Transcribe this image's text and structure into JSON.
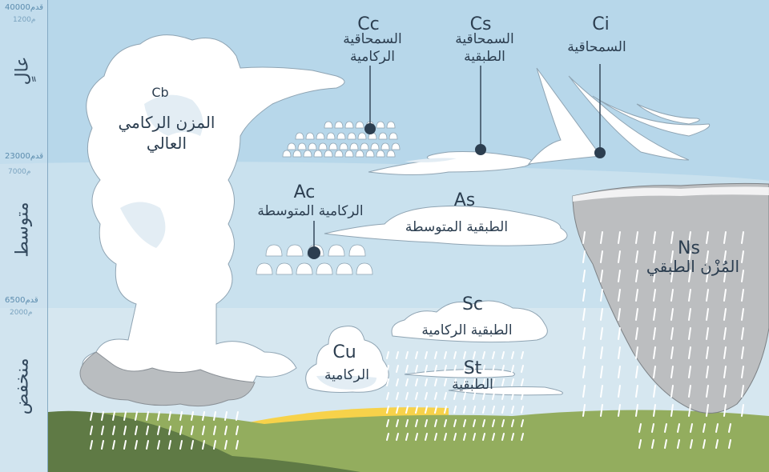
{
  "altitude_bands": [
    {
      "label": "عالٍ"
    },
    {
      "label": "متوسط"
    },
    {
      "label": "منخفض"
    }
  ],
  "altitude_ticks": [
    {
      "feet": "40000",
      "feet_unit": "قدم",
      "meters": "1200",
      "meters_unit": "م"
    },
    {
      "feet": "23000",
      "feet_unit": "قدم",
      "meters": "7000",
      "meters_unit": "م"
    },
    {
      "feet": "6500",
      "feet_unit": "قدم",
      "meters": "2000",
      "meters_unit": "م"
    }
  ],
  "clouds": {
    "cb": {
      "code": "Cb",
      "name_line1": "المزن الركامي",
      "name_line2": "العالي"
    },
    "cc": {
      "code": "Cc",
      "name_line1": "السمحاقية",
      "name_line2": "الركامية"
    },
    "cs": {
      "code": "Cs",
      "name_line1": "السمحاقية",
      "name_line2": "الطبقية"
    },
    "ci": {
      "code": "Ci",
      "name_line1": "السمحاقية"
    },
    "ac": {
      "code": "Ac",
      "name_line1": "الركامية المتوسطة"
    },
    "as": {
      "code": "As",
      "name_line1": "الطبقية المتوسطة"
    },
    "ns": {
      "code": "Ns",
      "name_line1": "المُزْن الطبقي"
    },
    "sc": {
      "code": "Sc",
      "name_line1": "الطبقية الركامية"
    },
    "cu": {
      "code": "Cu",
      "name_line1": "الركامية"
    },
    "st": {
      "code": "St",
      "name_line1": "الطبقية"
    }
  },
  "colors": {
    "sky_high": "#b7d7ea",
    "sky_mid": "#c9e1ee",
    "sky_low": "#d6e7f0",
    "axis_bg": "#cde2ee",
    "cloud_white": "#ffffff",
    "cloud_shade": "#e3edf4",
    "cloud_gray": "#b9bdc0",
    "ns_gray": "#bcbec0",
    "ground_light": "#93ad5e",
    "ground_dark": "#5f7a45",
    "sun_yellow": "#f7d24a",
    "pointer": "#2c3e50"
  }
}
